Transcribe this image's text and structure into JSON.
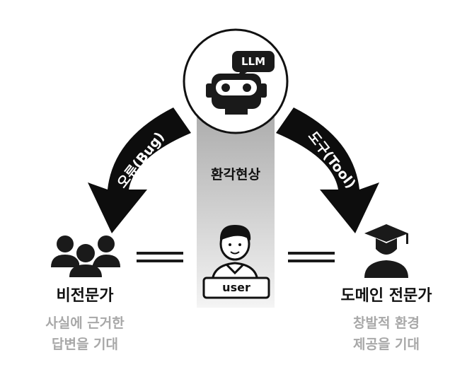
{
  "robot": {
    "speech_label": "LLM"
  },
  "arrows": {
    "left": "오류(Bug)",
    "right": "도구(Tool)"
  },
  "center": {
    "hallucination": "환각현상",
    "user_label": "user"
  },
  "left_group": {
    "title": "비전문가",
    "desc_line1": "사실에 근거한",
    "desc_line2": "답변을 기대"
  },
  "right_group": {
    "title": "도메인 전문가",
    "desc_line1": "창발적 환경",
    "desc_line2": "제공을 기대"
  },
  "colors": {
    "arrow": "#0d0d0d",
    "beam_top": "#a6a6a6",
    "beam_bottom": "#f2f2f2",
    "desc_text": "#a8a8a8"
  },
  "icons": [
    "robot-icon",
    "speech-bubble-icon",
    "group-people-icon",
    "user-avatar-icon",
    "graduate-icon",
    "equals-icon"
  ]
}
